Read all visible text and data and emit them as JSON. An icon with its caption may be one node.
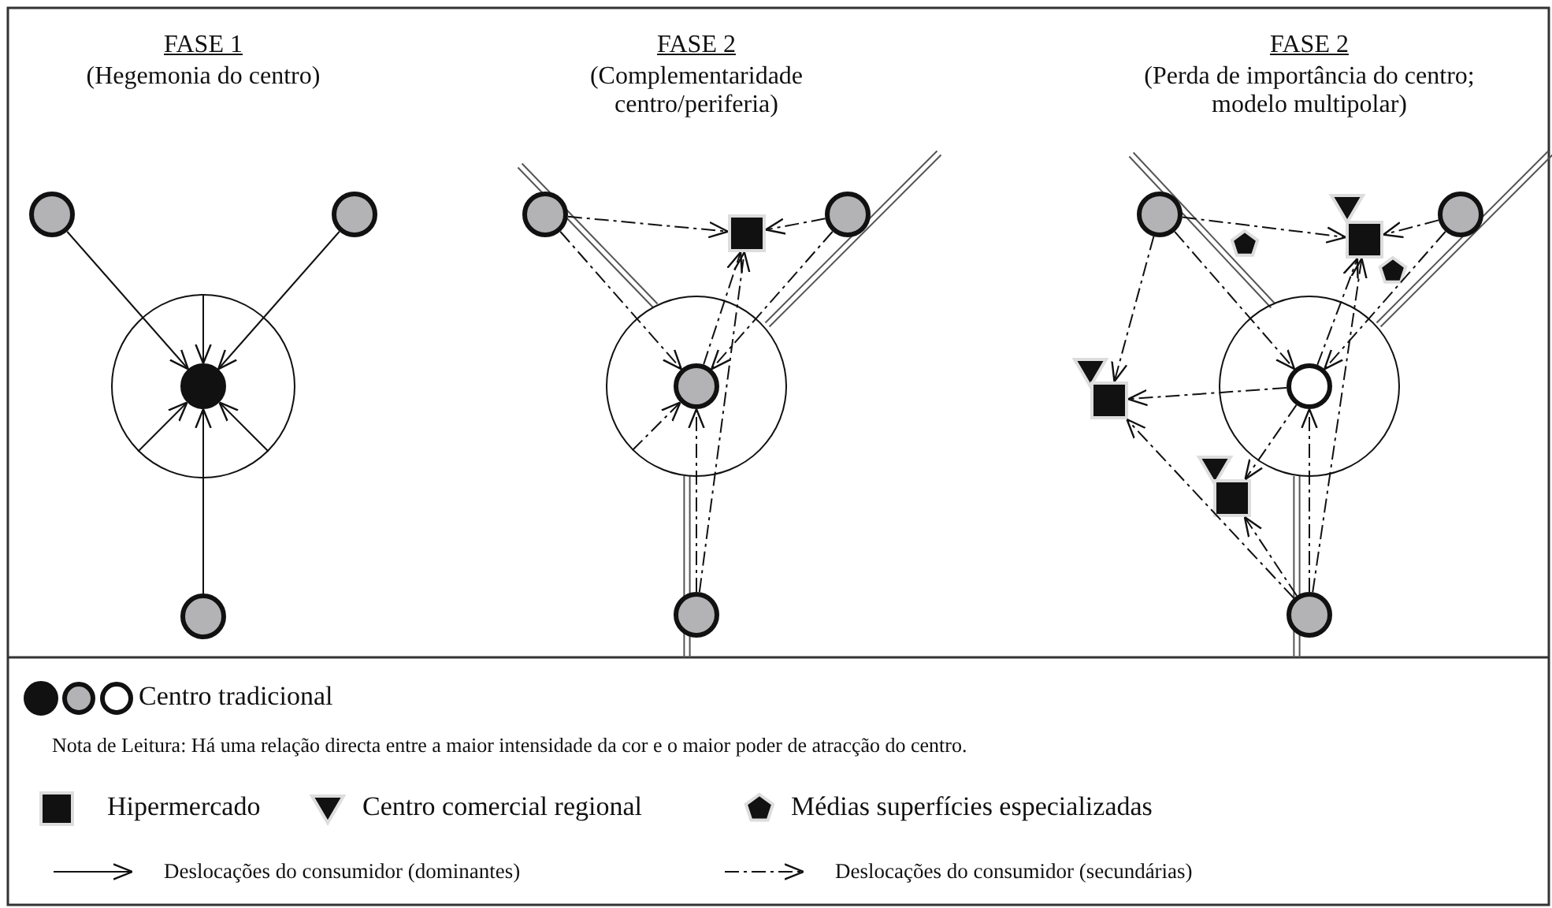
{
  "diagram": {
    "nodes": [
      {
        "text": [],
        "shape": "circle"
      },
      {
        "text": [],
        "shape": "circle",
        "in": 0
      },
      {
        "text": [],
        "shape": "circle"
      },
      {
        "text": [],
        "shape": "circle"
      },
      {
        "text": [],
        "shape": "circle"
      },
      {
        "text": [],
        "shape": "circle"
      },
      {
        "text": [],
        "shape": "circle",
        "in": 5
      },
      {
        "text": [],
        "shape": "circle"
      },
      {
        "text": [],
        "shape": "box"
      },
      {
        "text": [],
        "shape": "circle"
      },
      {
        "text": [],
        "shape": "circle"
      },
      {
        "text": [],
        "shape": "circle"
      },
      {
        "text": [],
        "shape": "circle",
        "in": 11
      },
      {
        "text": [],
        "shape": "circle"
      },
      {
        "text": [],
        "shape": "pentagon"
      },
      {
        "text": [],
        "shape": "triangle"
      },
      {
        "text": [],
        "shape": "box"
      },
      {
        "text": [],
        "shape": "pentagon"
      },
      {
        "text": [],
        "shape": "circle"
      },
      {
        "text": [],
        "shape": "triangle"
      },
      {
        "text": [],
        "shape": "box"
      },
      {
        "text": [],
        "shape": "triangle"
      },
      {
        "text": [],
        "shape": "box"
      },
      {
        "text": [],
        "shape": "circle"
      }
    ],
    "edges": [
      {
        "from": 2,
        "to": 1,
        "arrow": "to"
      },
      {
        "from": 3,
        "to": 1,
        "arrow": "to"
      },
      {
        "from": 4,
        "to": 1,
        "arrow": "to"
      },
      {
        "from": 0,
        "to": 1,
        "arrow": "to"
      },
      {
        "from": 0,
        "to": 1,
        "arrow": "to"
      },
      {
        "from": 0,
        "to": 1,
        "arrow": "to"
      },
      {
        "from": 7,
        "to": 8,
        "arrow": "to",
        "style": "dashed"
      },
      {
        "from": 9,
        "to": 8,
        "arrow": "to",
        "style": "dashed"
      },
      {
        "from": 7,
        "to": 6,
        "arrow": "to",
        "style": "dashed"
      },
      {
        "from": 9,
        "to": 6,
        "arrow": "to",
        "style": "dashed"
      },
      {
        "from": 6,
        "to": 8,
        "arrow": "to",
        "style": "dashed"
      },
      {
        "from": 10,
        "to": 8,
        "arrow": "to",
        "style": "dashed"
      },
      {
        "from": 5,
        "to": 6,
        "arrow": "to",
        "style": "dashed"
      },
      {
        "from": 10,
        "to": 6,
        "arrow": "to",
        "style": "dashed"
      },
      {
        "from": 13,
        "to": 16,
        "arrow": "to",
        "style": "dashed"
      },
      {
        "from": 18,
        "to": 16,
        "arrow": "to",
        "style": "dashed"
      },
      {
        "from": 13,
        "to": 12,
        "arrow": "to",
        "style": "dashed"
      },
      {
        "from": 13,
        "to": 20,
        "arrow": "to",
        "style": "dashed"
      },
      {
        "from": 18,
        "to": 12,
        "arrow": "to",
        "style": "dashed"
      },
      {
        "from": 12,
        "to": 16,
        "arrow": "to",
        "style": "dashed"
      },
      {
        "from": 23,
        "to": 16,
        "arrow": "to",
        "style": "dashed"
      },
      {
        "from": 12,
        "to": 20,
        "arrow": "to",
        "style": "dashed"
      },
      {
        "from": 12,
        "to": 22,
        "arrow": "to",
        "style": "dashed"
      },
      {
        "from": 23,
        "to": 22,
        "arrow": "to",
        "style": "dashed"
      },
      {
        "from": 23,
        "to": 20,
        "arrow": "to",
        "style": "dashed"
      },
      {
        "from": 23,
        "to": 12,
        "arrow": "to",
        "style": "dashed"
      }
    ],
    "labels": [
      "FASE 1",
      "(Hegemonia do centro)",
      "FASE 2",
      "(Complementaridade centro/periferia)",
      "FASE 2",
      "(Perda de importância do centro; modelo multipolar)",
      "Nota de Leitura: Há uma relação directa entre a maior intensidade da cor e o maior poder de atracção do centro."
    ],
    "legend": [
      {
        "text": "Centro tradicional"
      },
      {
        "text": "Hipermercado"
      },
      {
        "text": "Centro comercial regional"
      },
      {
        "text": "Médias superfícies especializadas"
      },
      {
        "text": "Deslocações do consumidor (dominantes)"
      },
      {
        "text": "Deslocações do consumidor (secundárias)"
      }
    ]
  }
}
